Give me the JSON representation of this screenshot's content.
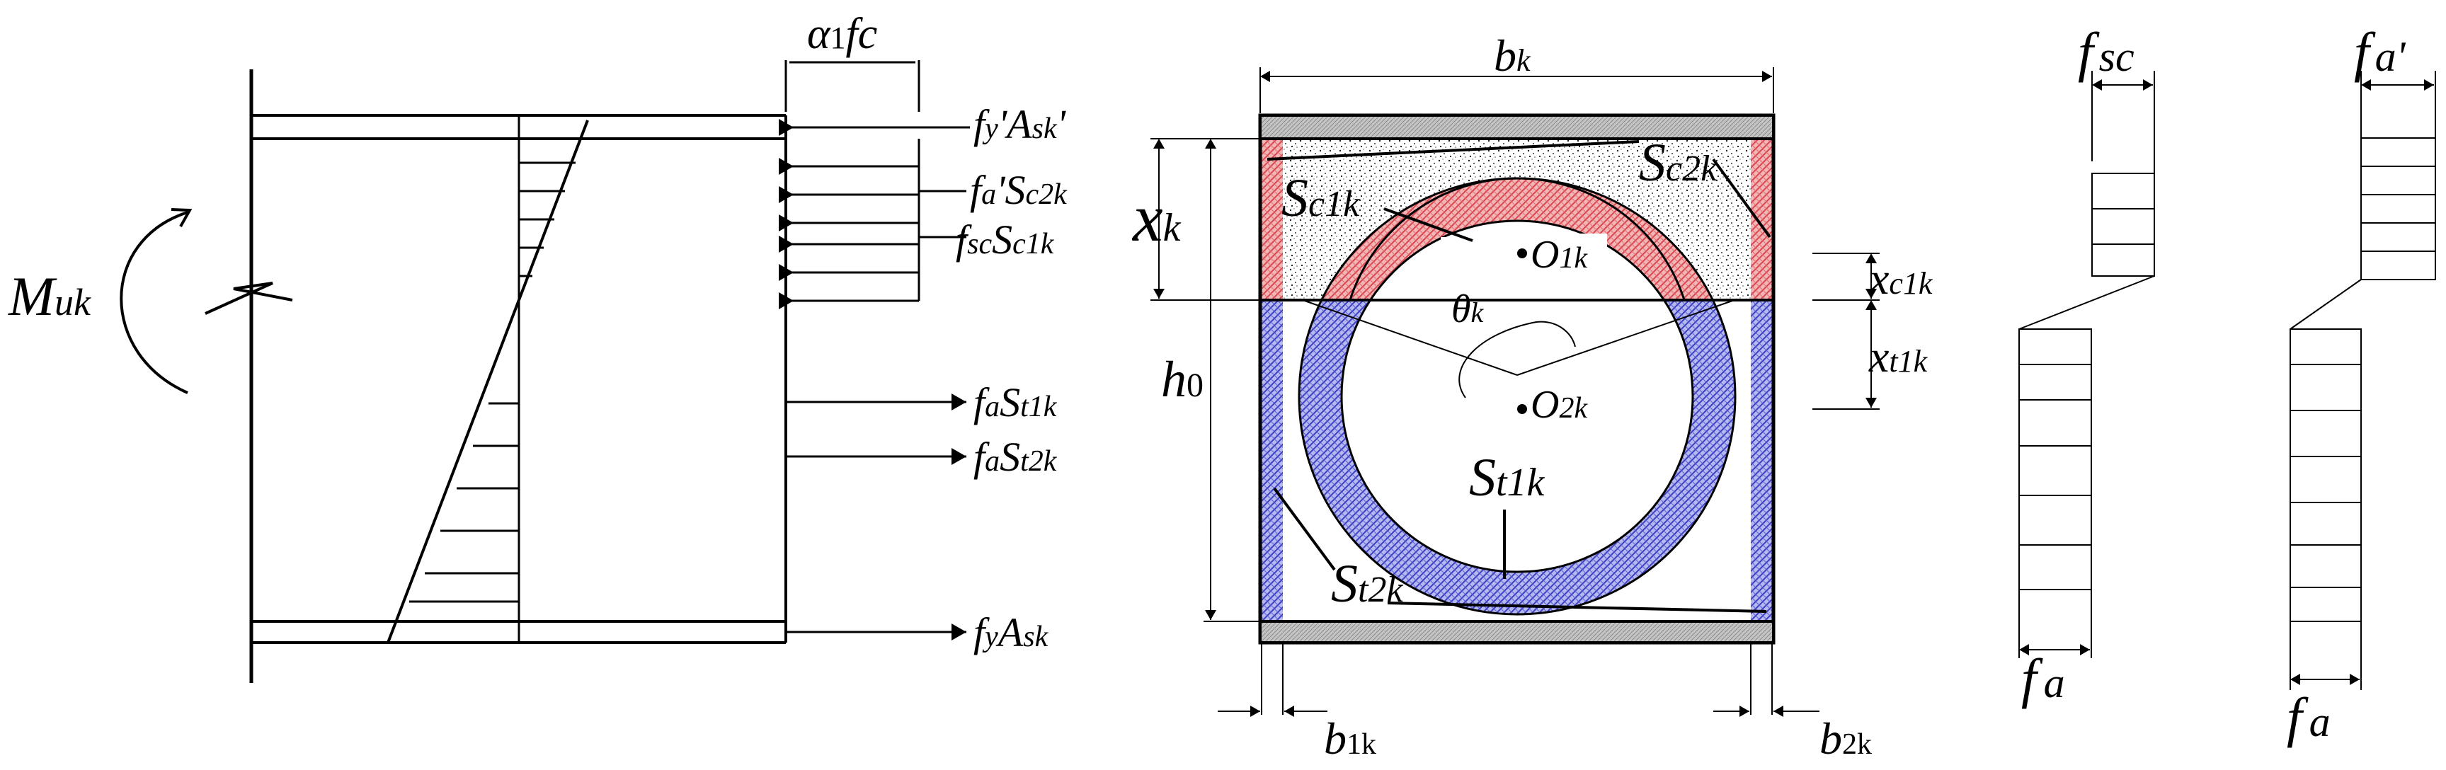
{
  "left_section": {
    "moment_label": "M",
    "moment_sub": "uk",
    "force_labels": {
      "alpha": {
        "main": "α",
        "sub1": "1",
        "tail": "fc"
      },
      "fy_prime": {
        "a": "f",
        "b": "y",
        "c": "'A",
        "d": "sk",
        "e": "'"
      },
      "fa_prime": {
        "a": "f",
        "b": "a",
        "c": "'S",
        "d": "c2k"
      },
      "fsc": {
        "a": "f",
        "b": "sc",
        "c": "S",
        "d": "c1k"
      },
      "fa_st1": {
        "a": "f",
        "b": "a",
        "c": "S",
        "d": "t1k"
      },
      "fa_st2": {
        "a": "f",
        "b": "a",
        "c": "S",
        "d": "t2k"
      },
      "fy_ask": {
        "a": "f",
        "b": "y",
        "c": "A",
        "d": "sk"
      }
    }
  },
  "middle_section": {
    "bk": {
      "a": "b",
      "b": "k"
    },
    "xk": {
      "a": "x",
      "b": "k"
    },
    "h0": {
      "a": "h",
      "b": "0"
    },
    "sc1k": {
      "a": "S",
      "b": "c1k"
    },
    "sc2k": {
      "a": "S",
      "b": "c2k"
    },
    "st1k": {
      "a": "S",
      "b": "t1k"
    },
    "st2k": {
      "a": "S",
      "b": "t2k"
    },
    "o1k": {
      "a": "O",
      "b": "1k"
    },
    "o2k": {
      "a": "O",
      "b": "2k"
    },
    "thetak": {
      "a": "θ",
      "b": "k"
    },
    "xc1k": {
      "a": "x",
      "b": "c1k"
    },
    "xt1k": {
      "a": "x",
      "b": "t1k"
    },
    "b1k": {
      "a": "b",
      "b": "1k"
    },
    "b2k": {
      "a": "b",
      "b": "2k"
    }
  },
  "right_section": {
    "fsc_top": {
      "a": "f",
      "b": "sc"
    },
    "fa_prime_top": {
      "a": "f",
      "b": "a'"
    },
    "fa_bottom_1": {
      "a": "f",
      "b": "a"
    },
    "fa_bottom_2": {
      "a": "f",
      "b": "a"
    }
  },
  "colors": {
    "compression_fill": "#e8767a",
    "tension_fill": "#6b6fd6",
    "plate": "#b5b5b5",
    "line": "#000000"
  }
}
